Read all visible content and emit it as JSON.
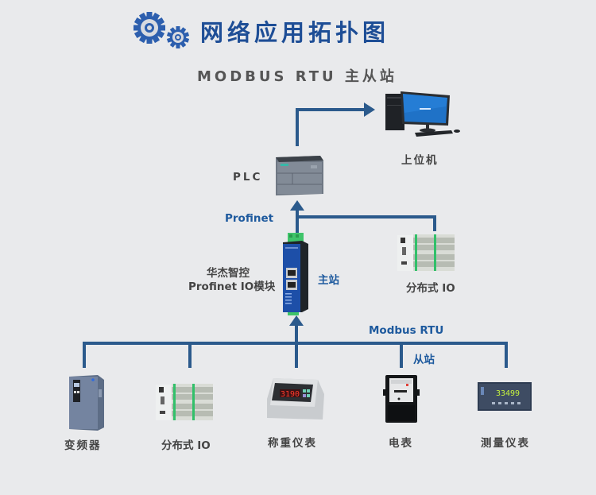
{
  "header": {
    "icon": "gears-icon",
    "title": "网络应用拓扑图",
    "subtitle": "MODBUS RTU 主从站"
  },
  "colors": {
    "background": "#e9eaec",
    "title": "#1e4e96",
    "line": "#2b5a8c",
    "label": "#444444",
    "accent_label": "#1e5a9e"
  },
  "nodes": {
    "host": {
      "label": "上位机",
      "icon": "desktop-computer-icon"
    },
    "plc": {
      "label": "PLC",
      "icon": "plc-icon"
    },
    "gateway": {
      "label_line1": "华杰智控",
      "label_line2": "Profinet IO模块",
      "role": "主站",
      "icon": "gateway-module-icon"
    },
    "remote_io_top": {
      "label": "分布式 IO",
      "icon": "distributed-io-icon"
    },
    "slaves": [
      {
        "label": "变频器",
        "icon": "frequency-inverter-icon"
      },
      {
        "label": "分布式 IO",
        "icon": "distributed-io-icon"
      },
      {
        "label": "称重仪表",
        "icon": "weighing-indicator-icon",
        "display": "3190"
      },
      {
        "label": "电表",
        "icon": "electric-meter-icon"
      },
      {
        "label": "测量仪表",
        "icon": "panel-meter-icon",
        "display": "33499"
      }
    ]
  },
  "links": {
    "profinet": "Profinet",
    "modbus": "Modbus RTU",
    "slave_role": "从站"
  }
}
